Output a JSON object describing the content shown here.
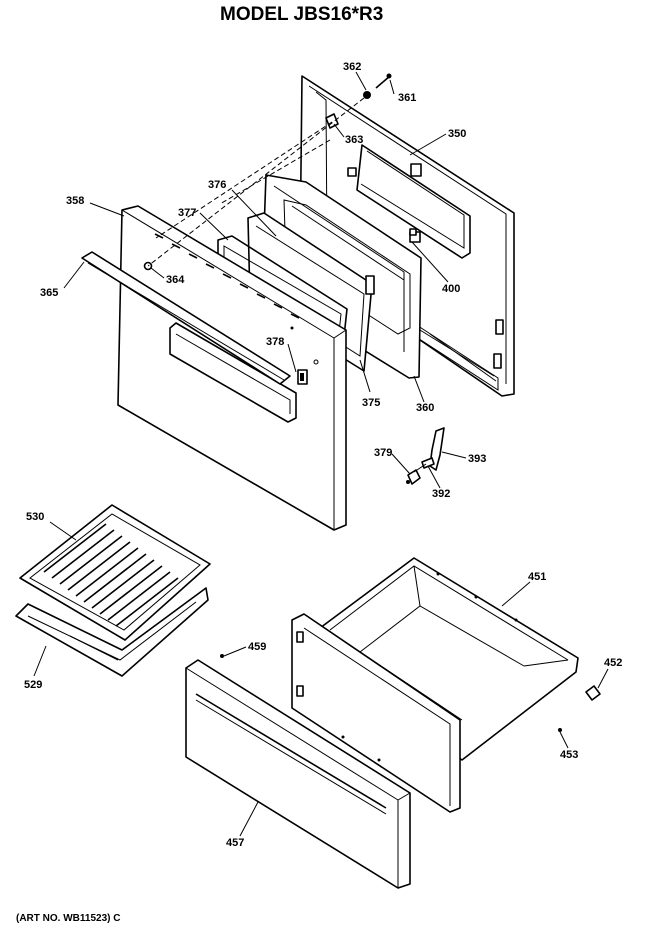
{
  "title": "MODEL JBS16*R3",
  "footer": "(ART NO. WB11523) C",
  "parts": {
    "p362": "362",
    "p361": "361",
    "p363": "363",
    "p350": "350",
    "p376": "376",
    "p358": "358",
    "p377": "377",
    "p364": "364",
    "p365": "365",
    "p400": "400",
    "p378": "378",
    "p375": "375",
    "p360": "360",
    "p379": "379",
    "p393": "393",
    "p392": "392",
    "p530": "530",
    "p451": "451",
    "p459": "459",
    "p452": "452",
    "p529": "529",
    "p453": "453",
    "p457": "457"
  }
}
